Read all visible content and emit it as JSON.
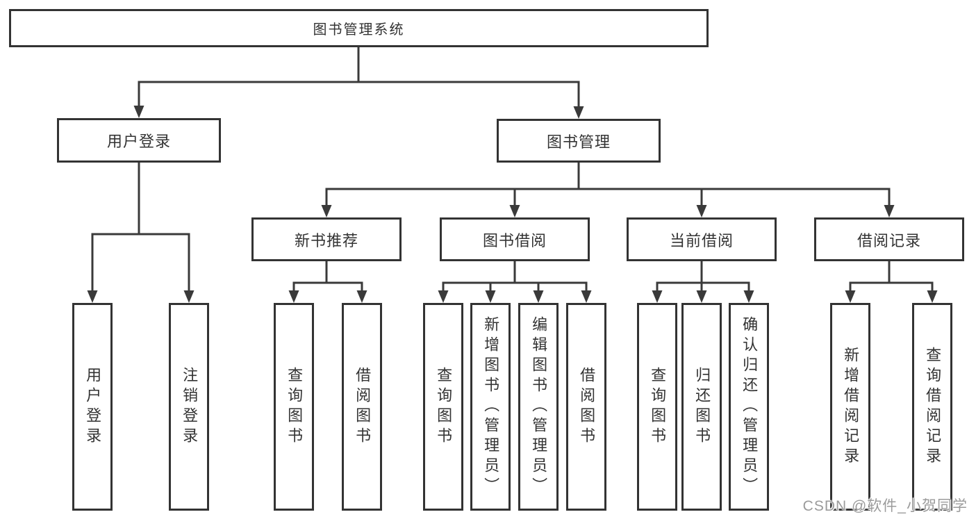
{
  "diagram_type": "functional-structure-tree",
  "tree": {
    "root": {
      "label": "图书管理系统"
    },
    "branches": [
      {
        "label": "用户登录",
        "children": [
          {
            "label": "用户登录"
          },
          {
            "label": "注销登录"
          }
        ]
      },
      {
        "label": "图书管理",
        "children": [
          {
            "label": "新书推荐",
            "children": [
              {
                "label": "查询图书"
              },
              {
                "label": "借阅图书"
              }
            ]
          },
          {
            "label": "图书借阅",
            "children": [
              {
                "label": "查询图书"
              },
              {
                "label": "新增图书（管理员）"
              },
              {
                "label": "编辑图书（管理员）"
              },
              {
                "label": "借阅图书"
              }
            ]
          },
          {
            "label": "当前借阅",
            "children": [
              {
                "label": "查询图书"
              },
              {
                "label": "归还图书"
              },
              {
                "label": "确认归还（管理员）"
              }
            ]
          },
          {
            "label": "借阅记录",
            "children": [
              {
                "label": "新增借阅记录"
              },
              {
                "label": "查询借阅记录"
              }
            ]
          }
        ]
      }
    ]
  },
  "watermark": {
    "text": "CSDN @软件_小贺同学"
  },
  "colors": {
    "line": "#3a3a3a",
    "box_border": "#333333",
    "text": "#333333",
    "background": "#ffffff",
    "watermark": "#9b9b9b"
  }
}
